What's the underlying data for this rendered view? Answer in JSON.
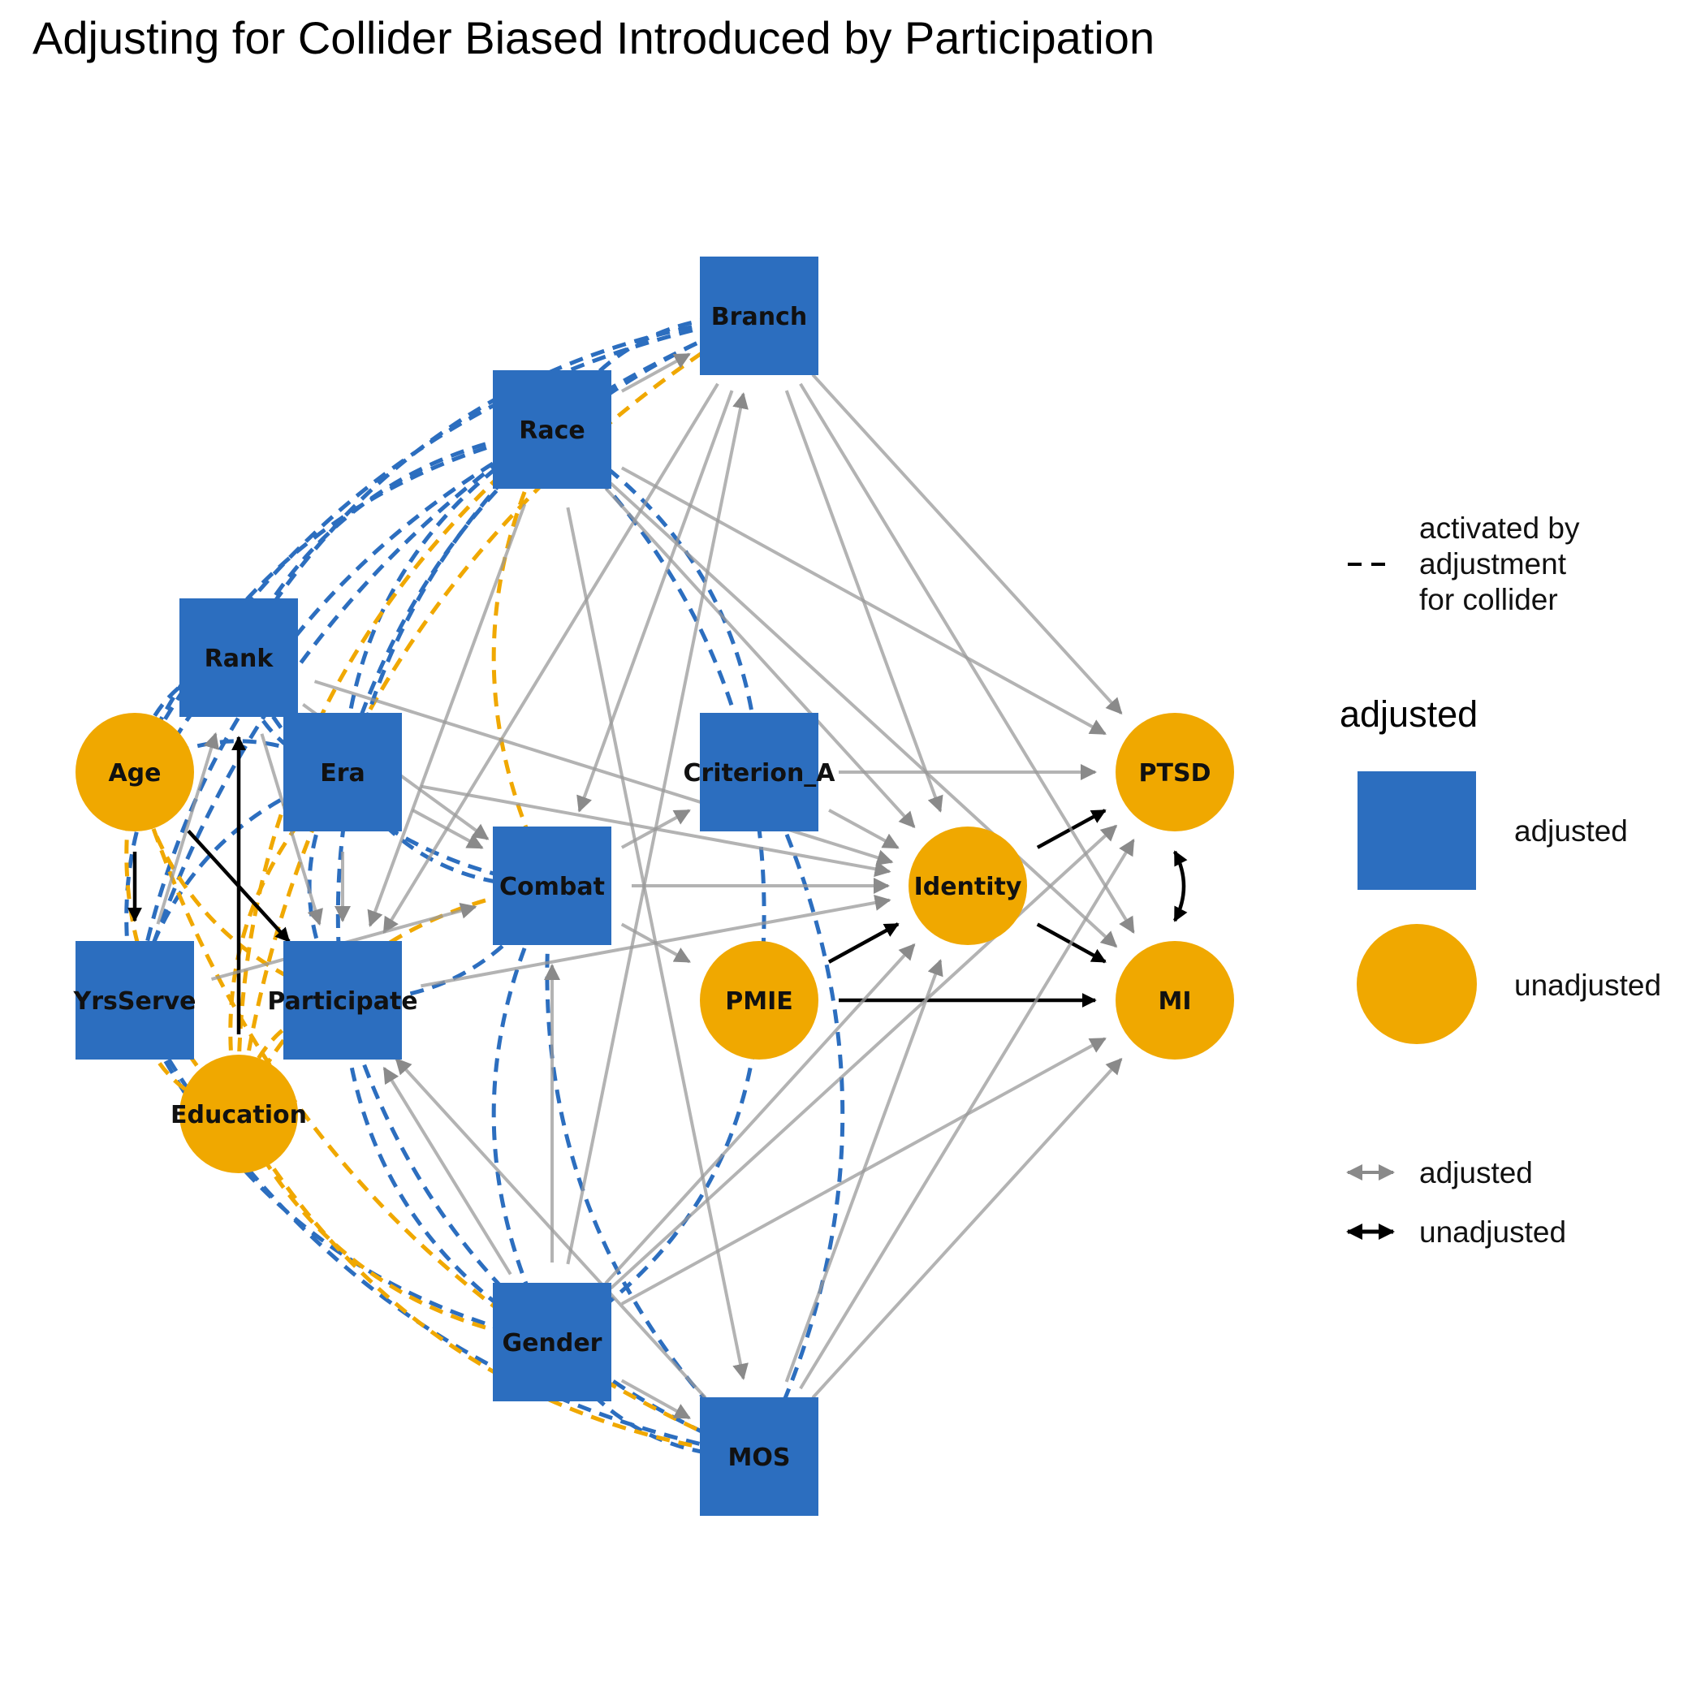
{
  "title": "Adjusting for Collider Biased Introduced by Participation",
  "colors": {
    "adjusted": "#2C6EBF",
    "unadjusted": "#F0A800",
    "edge_adjusted": "#9A9A9A",
    "edge_unadjusted": "#000000"
  },
  "nodes": [
    {
      "id": "branch",
      "label": "Branch",
      "status": "adjusted"
    },
    {
      "id": "race",
      "label": "Race",
      "status": "adjusted"
    },
    {
      "id": "rank",
      "label": "Rank",
      "status": "adjusted"
    },
    {
      "id": "age",
      "label": "Age",
      "status": "unadjusted"
    },
    {
      "id": "era",
      "label": "Era",
      "status": "adjusted"
    },
    {
      "id": "criterion_a",
      "label": "Criterion_A",
      "status": "adjusted"
    },
    {
      "id": "ptsd",
      "label": "PTSD",
      "status": "unadjusted"
    },
    {
      "id": "combat",
      "label": "Combat",
      "status": "adjusted"
    },
    {
      "id": "identity",
      "label": "Identity",
      "status": "unadjusted"
    },
    {
      "id": "yrsserve",
      "label": "YrsServe",
      "status": "adjusted"
    },
    {
      "id": "participate",
      "label": "Participate",
      "status": "adjusted"
    },
    {
      "id": "pmie",
      "label": "PMIE",
      "status": "unadjusted"
    },
    {
      "id": "mi",
      "label": "MI",
      "status": "unadjusted"
    },
    {
      "id": "education",
      "label": "Education",
      "status": "unadjusted"
    },
    {
      "id": "gender",
      "label": "Gender",
      "status": "adjusted"
    },
    {
      "id": "mos",
      "label": "MOS",
      "status": "adjusted"
    }
  ],
  "edges": [
    {
      "from": "age",
      "to": "yrsserve",
      "status": "unadjusted"
    },
    {
      "from": "age",
      "to": "participate",
      "status": "unadjusted"
    },
    {
      "from": "education",
      "to": "rank",
      "status": "unadjusted"
    },
    {
      "from": "pmie",
      "to": "identity",
      "status": "unadjusted"
    },
    {
      "from": "pmie",
      "to": "mi",
      "status": "unadjusted"
    },
    {
      "from": "identity",
      "to": "ptsd",
      "status": "unadjusted"
    },
    {
      "from": "identity",
      "to": "mi",
      "status": "unadjusted"
    },
    {
      "from": "ptsd",
      "to": "mi",
      "status": "unadjusted",
      "bidirected": true
    },
    {
      "from": "branch",
      "to": "ptsd",
      "status": "adjusted"
    },
    {
      "from": "branch",
      "to": "mi",
      "status": "adjusted"
    },
    {
      "from": "branch",
      "to": "identity",
      "status": "adjusted"
    },
    {
      "from": "branch",
      "to": "participate",
      "status": "adjusted"
    },
    {
      "from": "branch",
      "to": "combat",
      "status": "adjusted"
    },
    {
      "from": "race",
      "to": "branch",
      "status": "adjusted"
    },
    {
      "from": "race",
      "to": "ptsd",
      "status": "adjusted"
    },
    {
      "from": "race",
      "to": "mi",
      "status": "adjusted"
    },
    {
      "from": "race",
      "to": "identity",
      "status": "adjusted"
    },
    {
      "from": "race",
      "to": "participate",
      "status": "adjusted"
    },
    {
      "from": "race",
      "to": "mos",
      "status": "adjusted"
    },
    {
      "from": "rank",
      "to": "identity",
      "status": "adjusted"
    },
    {
      "from": "rank",
      "to": "participate",
      "status": "adjusted"
    },
    {
      "from": "rank",
      "to": "combat",
      "status": "adjusted"
    },
    {
      "from": "yrsserve",
      "to": "rank",
      "status": "adjusted"
    },
    {
      "from": "yrsserve",
      "to": "combat",
      "status": "adjusted"
    },
    {
      "from": "era",
      "to": "identity",
      "status": "adjusted"
    },
    {
      "from": "era",
      "to": "combat",
      "status": "adjusted"
    },
    {
      "from": "era",
      "to": "participate",
      "status": "adjusted"
    },
    {
      "from": "criterion_a",
      "to": "ptsd",
      "status": "adjusted"
    },
    {
      "from": "criterion_a",
      "to": "identity",
      "status": "adjusted"
    },
    {
      "from": "combat",
      "to": "criterion_a",
      "status": "adjusted"
    },
    {
      "from": "combat",
      "to": "identity",
      "status": "adjusted"
    },
    {
      "from": "combat",
      "to": "pmie",
      "status": "adjusted"
    },
    {
      "from": "participate",
      "to": "identity",
      "status": "adjusted"
    },
    {
      "from": "gender",
      "to": "branch",
      "status": "adjusted"
    },
    {
      "from": "gender",
      "to": "combat",
      "status": "adjusted"
    },
    {
      "from": "gender",
      "to": "participate",
      "status": "adjusted"
    },
    {
      "from": "gender",
      "to": "mos",
      "status": "adjusted"
    },
    {
      "from": "gender",
      "to": "identity",
      "status": "adjusted"
    },
    {
      "from": "gender",
      "to": "ptsd",
      "status": "adjusted"
    },
    {
      "from": "gender",
      "to": "mi",
      "status": "adjusted"
    },
    {
      "from": "mos",
      "to": "participate",
      "status": "adjusted"
    },
    {
      "from": "mos",
      "to": "ptsd",
      "status": "adjusted"
    },
    {
      "from": "mos",
      "to": "identity",
      "status": "adjusted"
    },
    {
      "from": "mos",
      "to": "mi",
      "status": "adjusted"
    }
  ],
  "collider_links": [
    {
      "from": "branch",
      "to": "rank",
      "color": "adjusted"
    },
    {
      "from": "branch",
      "to": "age",
      "color": "adjusted"
    },
    {
      "from": "branch",
      "to": "yrsserve",
      "color": "adjusted"
    },
    {
      "from": "branch",
      "to": "era",
      "color": "adjusted"
    },
    {
      "from": "branch",
      "to": "race",
      "color": "adjusted"
    },
    {
      "from": "branch",
      "to": "education",
      "color": "unadjusted"
    },
    {
      "from": "race",
      "to": "rank",
      "color": "adjusted"
    },
    {
      "from": "race",
      "to": "age",
      "color": "adjusted"
    },
    {
      "from": "race",
      "to": "yrsserve",
      "color": "adjusted"
    },
    {
      "from": "race",
      "to": "era",
      "color": "adjusted"
    },
    {
      "from": "race",
      "to": "participate",
      "color": "adjusted"
    },
    {
      "from": "race",
      "to": "combat",
      "color": "unadjusted"
    },
    {
      "from": "race",
      "to": "criterion_a",
      "color": "adjusted"
    },
    {
      "from": "race",
      "to": "pmie",
      "color": "adjusted"
    },
    {
      "from": "race",
      "to": "education",
      "color": "unadjusted"
    },
    {
      "from": "rank",
      "to": "age",
      "color": "adjusted"
    },
    {
      "from": "rank",
      "to": "yrsserve",
      "color": "adjusted"
    },
    {
      "from": "rank",
      "to": "era",
      "color": "adjusted"
    },
    {
      "from": "rank",
      "to": "combat",
      "color": "adjusted"
    },
    {
      "from": "age",
      "to": "era",
      "color": "adjusted"
    },
    {
      "from": "age",
      "to": "education",
      "color": "unadjusted"
    },
    {
      "from": "age",
      "to": "participate",
      "color": "unadjusted"
    },
    {
      "from": "era",
      "to": "yrsserve",
      "color": "adjusted"
    },
    {
      "from": "era",
      "to": "combat",
      "color": "adjusted"
    },
    {
      "from": "era",
      "to": "participate",
      "color": "adjusted"
    },
    {
      "from": "era",
      "to": "education",
      "color": "unadjusted"
    },
    {
      "from": "yrsserve",
      "to": "gender",
      "color": "adjusted"
    },
    {
      "from": "yrsserve",
      "to": "mos",
      "color": "adjusted"
    },
    {
      "from": "yrsserve",
      "to": "education",
      "color": "unadjusted"
    },
    {
      "from": "participate",
      "to": "gender",
      "color": "adjusted"
    },
    {
      "from": "participate",
      "to": "mos",
      "color": "adjusted"
    },
    {
      "from": "participate",
      "to": "combat",
      "color": "adjusted"
    },
    {
      "from": "participate",
      "to": "education",
      "color": "unadjusted"
    },
    {
      "from": "combat",
      "to": "mos",
      "color": "adjusted"
    },
    {
      "from": "combat",
      "to": "gender",
      "color": "adjusted"
    },
    {
      "from": "combat",
      "to": "education",
      "color": "unadjusted"
    },
    {
      "from": "criterion_a",
      "to": "mos",
      "color": "adjusted"
    },
    {
      "from": "pmie",
      "to": "gender",
      "color": "adjusted"
    },
    {
      "from": "gender",
      "to": "education",
      "color": "unadjusted"
    },
    {
      "from": "gender",
      "to": "mos",
      "color": "adjusted"
    },
    {
      "from": "mos",
      "to": "education",
      "color": "unadjusted"
    },
    {
      "from": "mos",
      "to": "age",
      "color": "unadjusted"
    }
  ],
  "legend": {
    "linetype_label": "activated by\nadjustment\nfor collider",
    "shape_title": "adjusted",
    "shape_items": [
      {
        "label": "adjusted",
        "status": "adjusted"
      },
      {
        "label": "unadjusted",
        "status": "unadjusted"
      }
    ],
    "edge_items": [
      {
        "label": "adjusted",
        "status": "adjusted"
      },
      {
        "label": "unadjusted",
        "status": "unadjusted"
      }
    ]
  }
}
